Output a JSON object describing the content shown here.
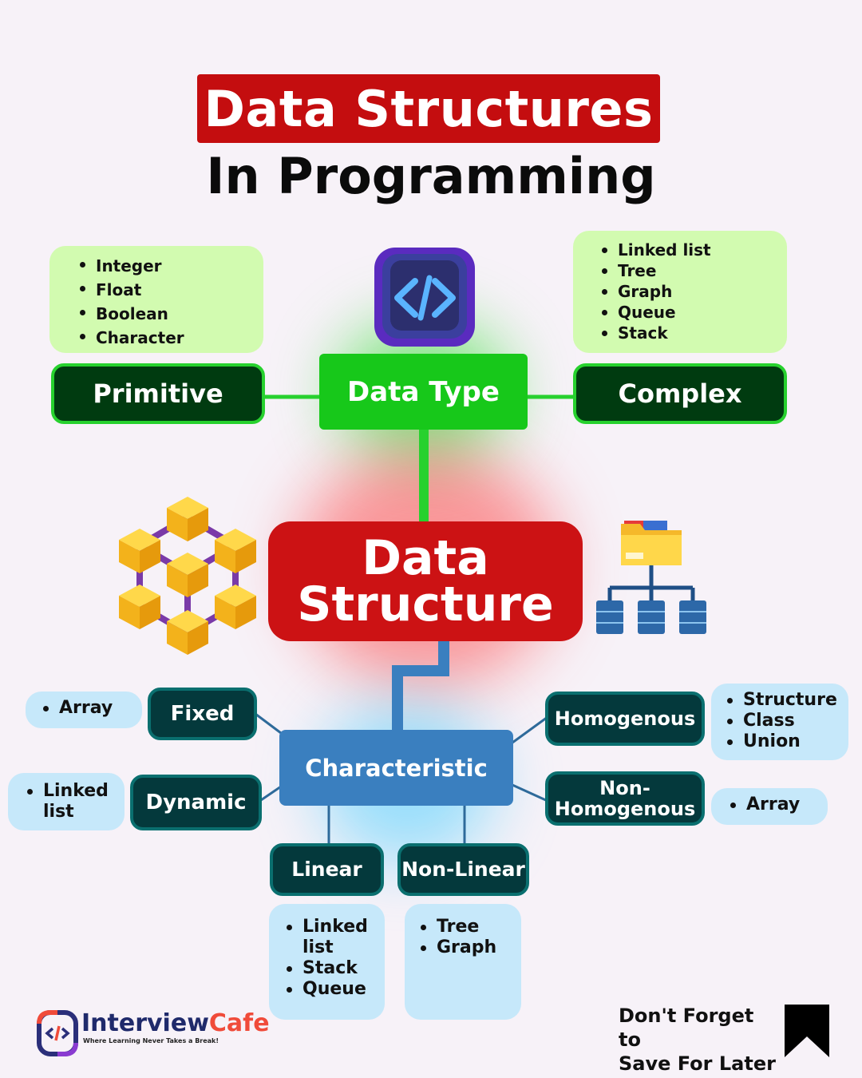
{
  "title": {
    "line1": "Data Structures",
    "line2": "In Programming"
  },
  "data_type": {
    "label": "Data Type",
    "primitive": {
      "label": "Primitive",
      "items": [
        "Integer",
        "Float",
        "Boolean",
        "Character"
      ]
    },
    "complex": {
      "label": "Complex",
      "items": [
        "Linked list",
        "Tree",
        "Graph",
        "Queue",
        "Stack"
      ]
    }
  },
  "data_structure": {
    "line1": "Data",
    "line2": "Structure"
  },
  "characteristic": {
    "label": "Characteristic",
    "fixed": {
      "label": "Fixed",
      "items": [
        "Array"
      ]
    },
    "dynamic": {
      "label": "Dynamic",
      "items": [
        "Linked list"
      ]
    },
    "homogenous": {
      "label": "Homogenous",
      "items": [
        "Structure",
        "Class",
        "Union"
      ]
    },
    "non_homogenous": {
      "label_line1": "Non-",
      "label_line2": "Homogenous",
      "items": [
        "Array"
      ]
    },
    "linear": {
      "label": "Linear",
      "items": [
        "Linked list",
        "Stack",
        "Queue"
      ]
    },
    "non_linear": {
      "label": "Non-Linear",
      "items": [
        "Tree",
        "Graph"
      ]
    }
  },
  "footer": {
    "brand_part1": "Interview",
    "brand_part2": "Cafe",
    "tagline": "Where Learning Never Takes a Break!",
    "save_line1": "Don't Forget to",
    "save_line2": "Save For Later"
  },
  "colors": {
    "title_red": "#c40d0f",
    "data_type_green": "#17c81a",
    "pill_dark_green": "#003b10",
    "data_structure_red": "#cc1214",
    "characteristic_blue": "#3a7fbf",
    "pill_teal": "#04393c",
    "bullet_green": "#d2fbb0",
    "bullet_blue": "#c6e8fa"
  },
  "icons": [
    "code-icon",
    "cube-network-icon",
    "folder-tree-icon",
    "bookmark-icon",
    "brand-logo-icon"
  ]
}
